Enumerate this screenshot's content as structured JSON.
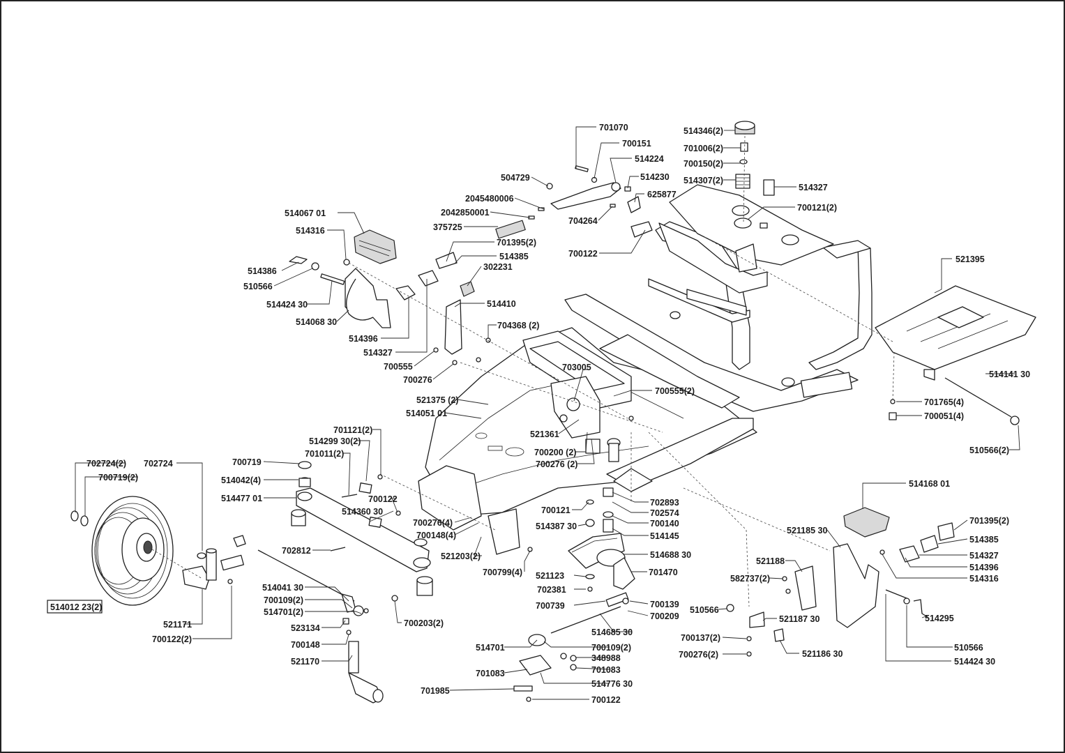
{
  "labels": [
    {
      "name": "label-701070",
      "text": "701070"
    },
    {
      "name": "label-700151",
      "text": "700151"
    },
    {
      "name": "label-514224",
      "text": "514224"
    },
    {
      "name": "label-514230",
      "text": "514230"
    },
    {
      "name": "label-625877",
      "text": "625877"
    },
    {
      "name": "label-504729",
      "text": "504729"
    },
    {
      "name": "label-2045480006",
      "text": "2045480006"
    },
    {
      "name": "label-2042850001",
      "text": "2042850001"
    },
    {
      "name": "label-375725",
      "text": "375725"
    },
    {
      "name": "label-704264",
      "text": "704264"
    },
    {
      "name": "label-700122-a",
      "text": "700122"
    },
    {
      "name": "label-514346",
      "text": "514346(2)"
    },
    {
      "name": "label-701006",
      "text": "701006(2)"
    },
    {
      "name": "label-700150",
      "text": "700150(2)"
    },
    {
      "name": "label-514307",
      "text": "514307(2)"
    },
    {
      "name": "label-514327-a",
      "text": "514327"
    },
    {
      "name": "label-700121-a",
      "text": "700121(2)"
    },
    {
      "name": "label-514067-01",
      "text": "514067 01"
    },
    {
      "name": "label-514316-a",
      "text": "514316"
    },
    {
      "name": "label-514386",
      "text": "514386"
    },
    {
      "name": "label-510566-a",
      "text": "510566"
    },
    {
      "name": "label-514424-30-a",
      "text": "514424 30"
    },
    {
      "name": "label-514068-30",
      "text": "514068 30"
    },
    {
      "name": "label-514396-a",
      "text": "514396"
    },
    {
      "name": "label-514327-b",
      "text": "514327"
    },
    {
      "name": "label-701395-a",
      "text": "701395(2)"
    },
    {
      "name": "label-514385-a",
      "text": "514385"
    },
    {
      "name": "label-302231",
      "text": "302231"
    },
    {
      "name": "label-514410",
      "text": "514410"
    },
    {
      "name": "label-700555",
      "text": "700555"
    },
    {
      "name": "label-700276",
      "text": "700276"
    },
    {
      "name": "label-704368",
      "text": "704368 (2)"
    },
    {
      "name": "label-703005",
      "text": "703005"
    },
    {
      "name": "label-700555-2",
      "text": "700555(2)"
    },
    {
      "name": "label-521375",
      "text": "521375 (2)"
    },
    {
      "name": "label-514051-01",
      "text": "514051 01"
    },
    {
      "name": "label-521361",
      "text": "521361"
    },
    {
      "name": "label-700200",
      "text": "700200 (2)"
    },
    {
      "name": "label-700276-2-a",
      "text": "700276 (2)"
    },
    {
      "name": "label-521395",
      "text": "521395"
    },
    {
      "name": "label-514141-30",
      "text": "514141 30"
    },
    {
      "name": "label-701765",
      "text": "701765(4)"
    },
    {
      "name": "label-700051",
      "text": "700051(4)"
    },
    {
      "name": "label-510566-2",
      "text": "510566(2)"
    },
    {
      "name": "label-701121",
      "text": "701121(2)"
    },
    {
      "name": "label-514299-30",
      "text": "514299 30(2)"
    },
    {
      "name": "label-701011",
      "text": "701011(2)"
    },
    {
      "name": "label-700719-a",
      "text": "700719"
    },
    {
      "name": "label-514042",
      "text": "514042(4)"
    },
    {
      "name": "label-514477-01",
      "text": "514477 01"
    },
    {
      "name": "label-700122-b",
      "text": "700122"
    },
    {
      "name": "label-514360-30",
      "text": "514360 30"
    },
    {
      "name": "label-700276-4",
      "text": "700276(4)"
    },
    {
      "name": "label-700148-4",
      "text": "700148(4)"
    },
    {
      "name": "label-521203",
      "text": "521203(2)"
    },
    {
      "name": "label-700799",
      "text": "700799(4)"
    },
    {
      "name": "label-702724-2",
      "text": "702724(2)"
    },
    {
      "name": "label-700719-2",
      "text": "700719(2)"
    },
    {
      "name": "label-702724",
      "text": "702724"
    },
    {
      "name": "label-702812",
      "text": "702812"
    },
    {
      "name": "label-514012-23",
      "text": "514012 23(2)"
    },
    {
      "name": "label-514041-30",
      "text": "514041 30"
    },
    {
      "name": "label-700109-a",
      "text": "700109(2)"
    },
    {
      "name": "label-514701-2",
      "text": "514701(2)"
    },
    {
      "name": "label-523134",
      "text": "523134"
    },
    {
      "name": "label-700148",
      "text": "700148"
    },
    {
      "name": "label-521170",
      "text": "521170"
    },
    {
      "name": "label-521171",
      "text": "521171"
    },
    {
      "name": "label-700122-2",
      "text": "700122(2)"
    },
    {
      "name": "label-700203",
      "text": "700203(2)"
    },
    {
      "name": "label-700121-b",
      "text": "700121"
    },
    {
      "name": "label-514387-30",
      "text": "514387 30"
    },
    {
      "name": "label-702893",
      "text": "702893"
    },
    {
      "name": "label-702574",
      "text": "702574"
    },
    {
      "name": "label-700140",
      "text": "700140"
    },
    {
      "name": "label-514145",
      "text": "514145"
    },
    {
      "name": "label-514688-30",
      "text": "514688 30"
    },
    {
      "name": "label-521123",
      "text": "521123"
    },
    {
      "name": "label-701470",
      "text": "701470"
    },
    {
      "name": "label-702381",
      "text": "702381"
    },
    {
      "name": "label-700739",
      "text": "700739"
    },
    {
      "name": "label-700139",
      "text": "700139"
    },
    {
      "name": "label-700209",
      "text": "700209"
    },
    {
      "name": "label-514685-30",
      "text": "514685 30"
    },
    {
      "name": "label-514701",
      "text": "514701"
    },
    {
      "name": "label-700109-b",
      "text": "700109(2)"
    },
    {
      "name": "label-348988",
      "text": "348988"
    },
    {
      "name": "label-701083-a",
      "text": "701083"
    },
    {
      "name": "label-701083-b",
      "text": "701083"
    },
    {
      "name": "label-514776-30",
      "text": "514776 30"
    },
    {
      "name": "label-701985",
      "text": "701985"
    },
    {
      "name": "label-700122-c",
      "text": "700122"
    },
    {
      "name": "label-514168-01",
      "text": "514168 01"
    },
    {
      "name": "label-521185-30",
      "text": "521185 30"
    },
    {
      "name": "label-701395-b",
      "text": "701395(2)"
    },
    {
      "name": "label-514385-b",
      "text": "514385"
    },
    {
      "name": "label-514327-c",
      "text": "514327"
    },
    {
      "name": "label-514396-b",
      "text": "514396"
    },
    {
      "name": "label-514316-b",
      "text": "514316"
    },
    {
      "name": "label-521188",
      "text": "521188"
    },
    {
      "name": "label-582737",
      "text": "582737(2)"
    },
    {
      "name": "label-510566-b",
      "text": "510566"
    },
    {
      "name": "label-521187-30",
      "text": "521187 30"
    },
    {
      "name": "label-514295",
      "text": "514295"
    },
    {
      "name": "label-700137",
      "text": "700137(2)"
    },
    {
      "name": "label-521186-30",
      "text": "521186 30"
    },
    {
      "name": "label-510566-c",
      "text": "510566"
    },
    {
      "name": "label-700276-2-b",
      "text": "700276(2)"
    },
    {
      "name": "label-514424-30-b",
      "text": "514424 30"
    }
  ]
}
